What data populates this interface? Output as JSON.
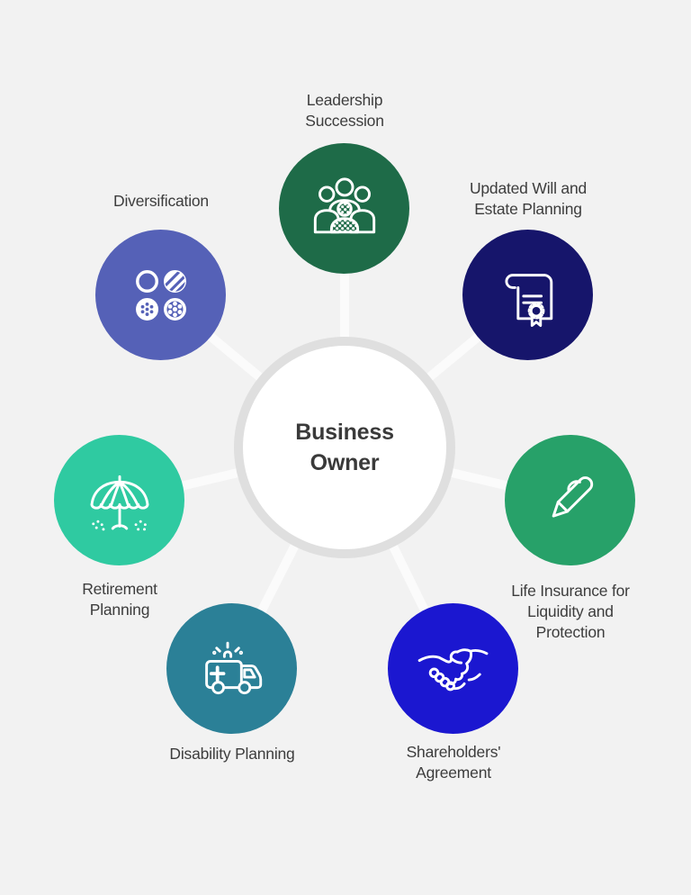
{
  "center": {
    "label": "Business\nOwner"
  },
  "nodes": [
    {
      "label": "Leadership\nSuccession",
      "icon": "people-group-icon",
      "color": "#1e6b48"
    },
    {
      "label": "Updated Will and\nEstate Planning",
      "icon": "certificate-scroll-icon",
      "color": "#16156b"
    },
    {
      "label": "Life Insurance for\nLiquidity and\nProtection",
      "icon": "pen-icon",
      "color": "#27a169"
    },
    {
      "label": "Shareholders'\nAgreement",
      "icon": "handshake-icon",
      "color": "#1b17d0"
    },
    {
      "label": "Disability Planning",
      "icon": "ambulance-icon",
      "color": "#2b8097"
    },
    {
      "label": "Retirement\nPlanning",
      "icon": "beach-umbrella-icon",
      "color": "#2fcaa1"
    },
    {
      "label": "Diversification",
      "icon": "diversified-circles-icon",
      "color": "#5561b7"
    }
  ],
  "colors": {
    "background": "#f2f2f2",
    "connector": "#fbfbfb",
    "center_fill": "#ffffff",
    "center_ring": "#dfdfdf",
    "text": "#3d3d3d"
  }
}
